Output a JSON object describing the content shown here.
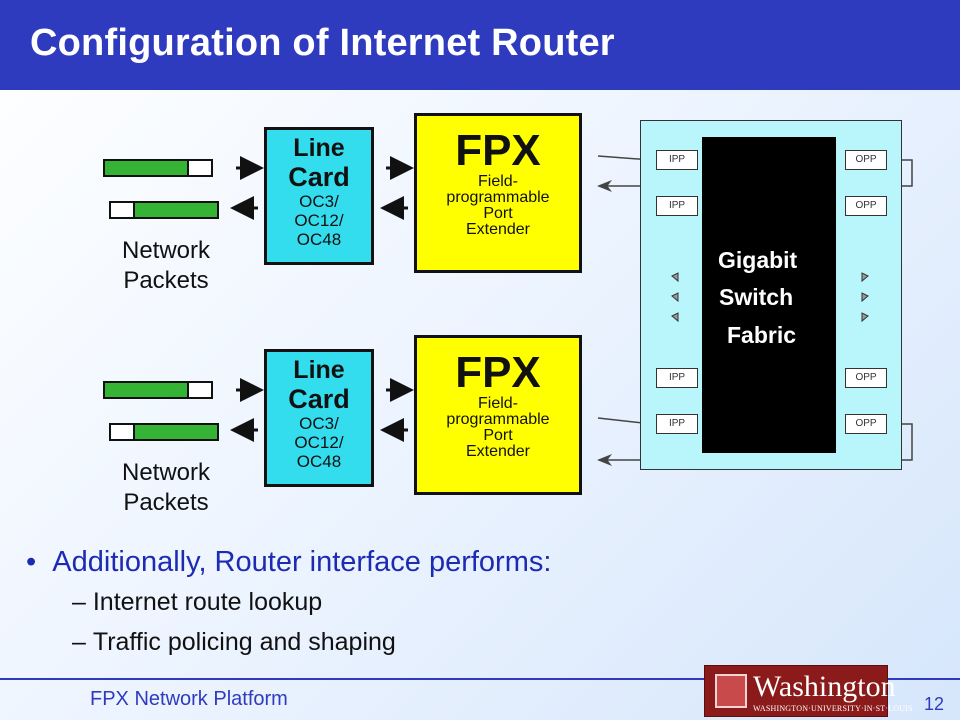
{
  "slide": {
    "title": "Configuration of Internet Router",
    "footer": "FPX Network Platform",
    "page_number": "12",
    "logo": {
      "word": "Washington",
      "subline": "WASHINGTON·UNIVERSITY·IN·ST·LOUIS"
    }
  },
  "diagram": {
    "network_label_line1": "Network",
    "network_label_line2": "Packets",
    "line_card": {
      "line1": "Line",
      "line2": "Card",
      "line3": "OC3/",
      "line4": "OC12/",
      "line5": "OC48"
    },
    "fpx": {
      "title": "FPX",
      "sub1": "Field-",
      "sub2": "programmable",
      "sub3": "Port",
      "sub4": "Extender"
    },
    "switch": {
      "word1": "Gigabit",
      "word2": "Switch",
      "word3": "Fabric",
      "ipp_label": "IPP",
      "opp_label": "OPP"
    },
    "colors": {
      "packet": "#35b335",
      "line_card": "#33ddee",
      "fpx": "#ffff00",
      "switch_panel": "#b9f6fb",
      "fabric": "#000000",
      "title_bar": "#2f3bbf"
    }
  },
  "bullets": {
    "main": "Additionally,  Router interface performs:",
    "sub1": "Internet route lookup",
    "sub2": "Traffic policing and shaping"
  }
}
